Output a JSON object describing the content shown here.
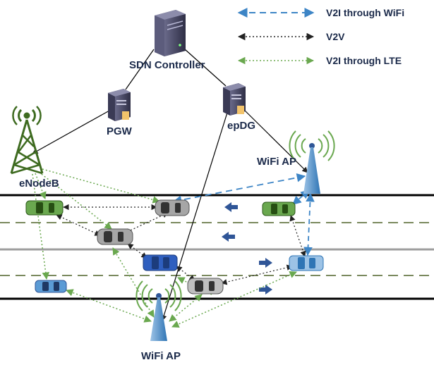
{
  "legend": {
    "wifi_label": "V2I through WiFi",
    "v2v_label": "V2V",
    "lte_label": "V2I through LTE"
  },
  "nodes": {
    "sdn_controller": "SDN Controller",
    "pgw": "PGW",
    "epdg": "epDG",
    "enodeb": "eNodeB",
    "wifi_ap_top": "WiFi AP",
    "wifi_ap_bottom": "WiFi AP"
  },
  "colors": {
    "wifi_link": "#3d85c6",
    "v2v_link": "#222222",
    "lte_link": "#6aa84f",
    "road_line": "#000000",
    "lane_dash": "#4f6228",
    "median": "#9e9e9e",
    "direction_arrow": "#2f5597",
    "tower": "#3e6b20",
    "ap_blue": "#5b9bd5"
  },
  "icons": [
    "server-icon",
    "cell-tower-icon",
    "wifi-ap-icon",
    "car-icon",
    "direction-arrow-icon"
  ]
}
